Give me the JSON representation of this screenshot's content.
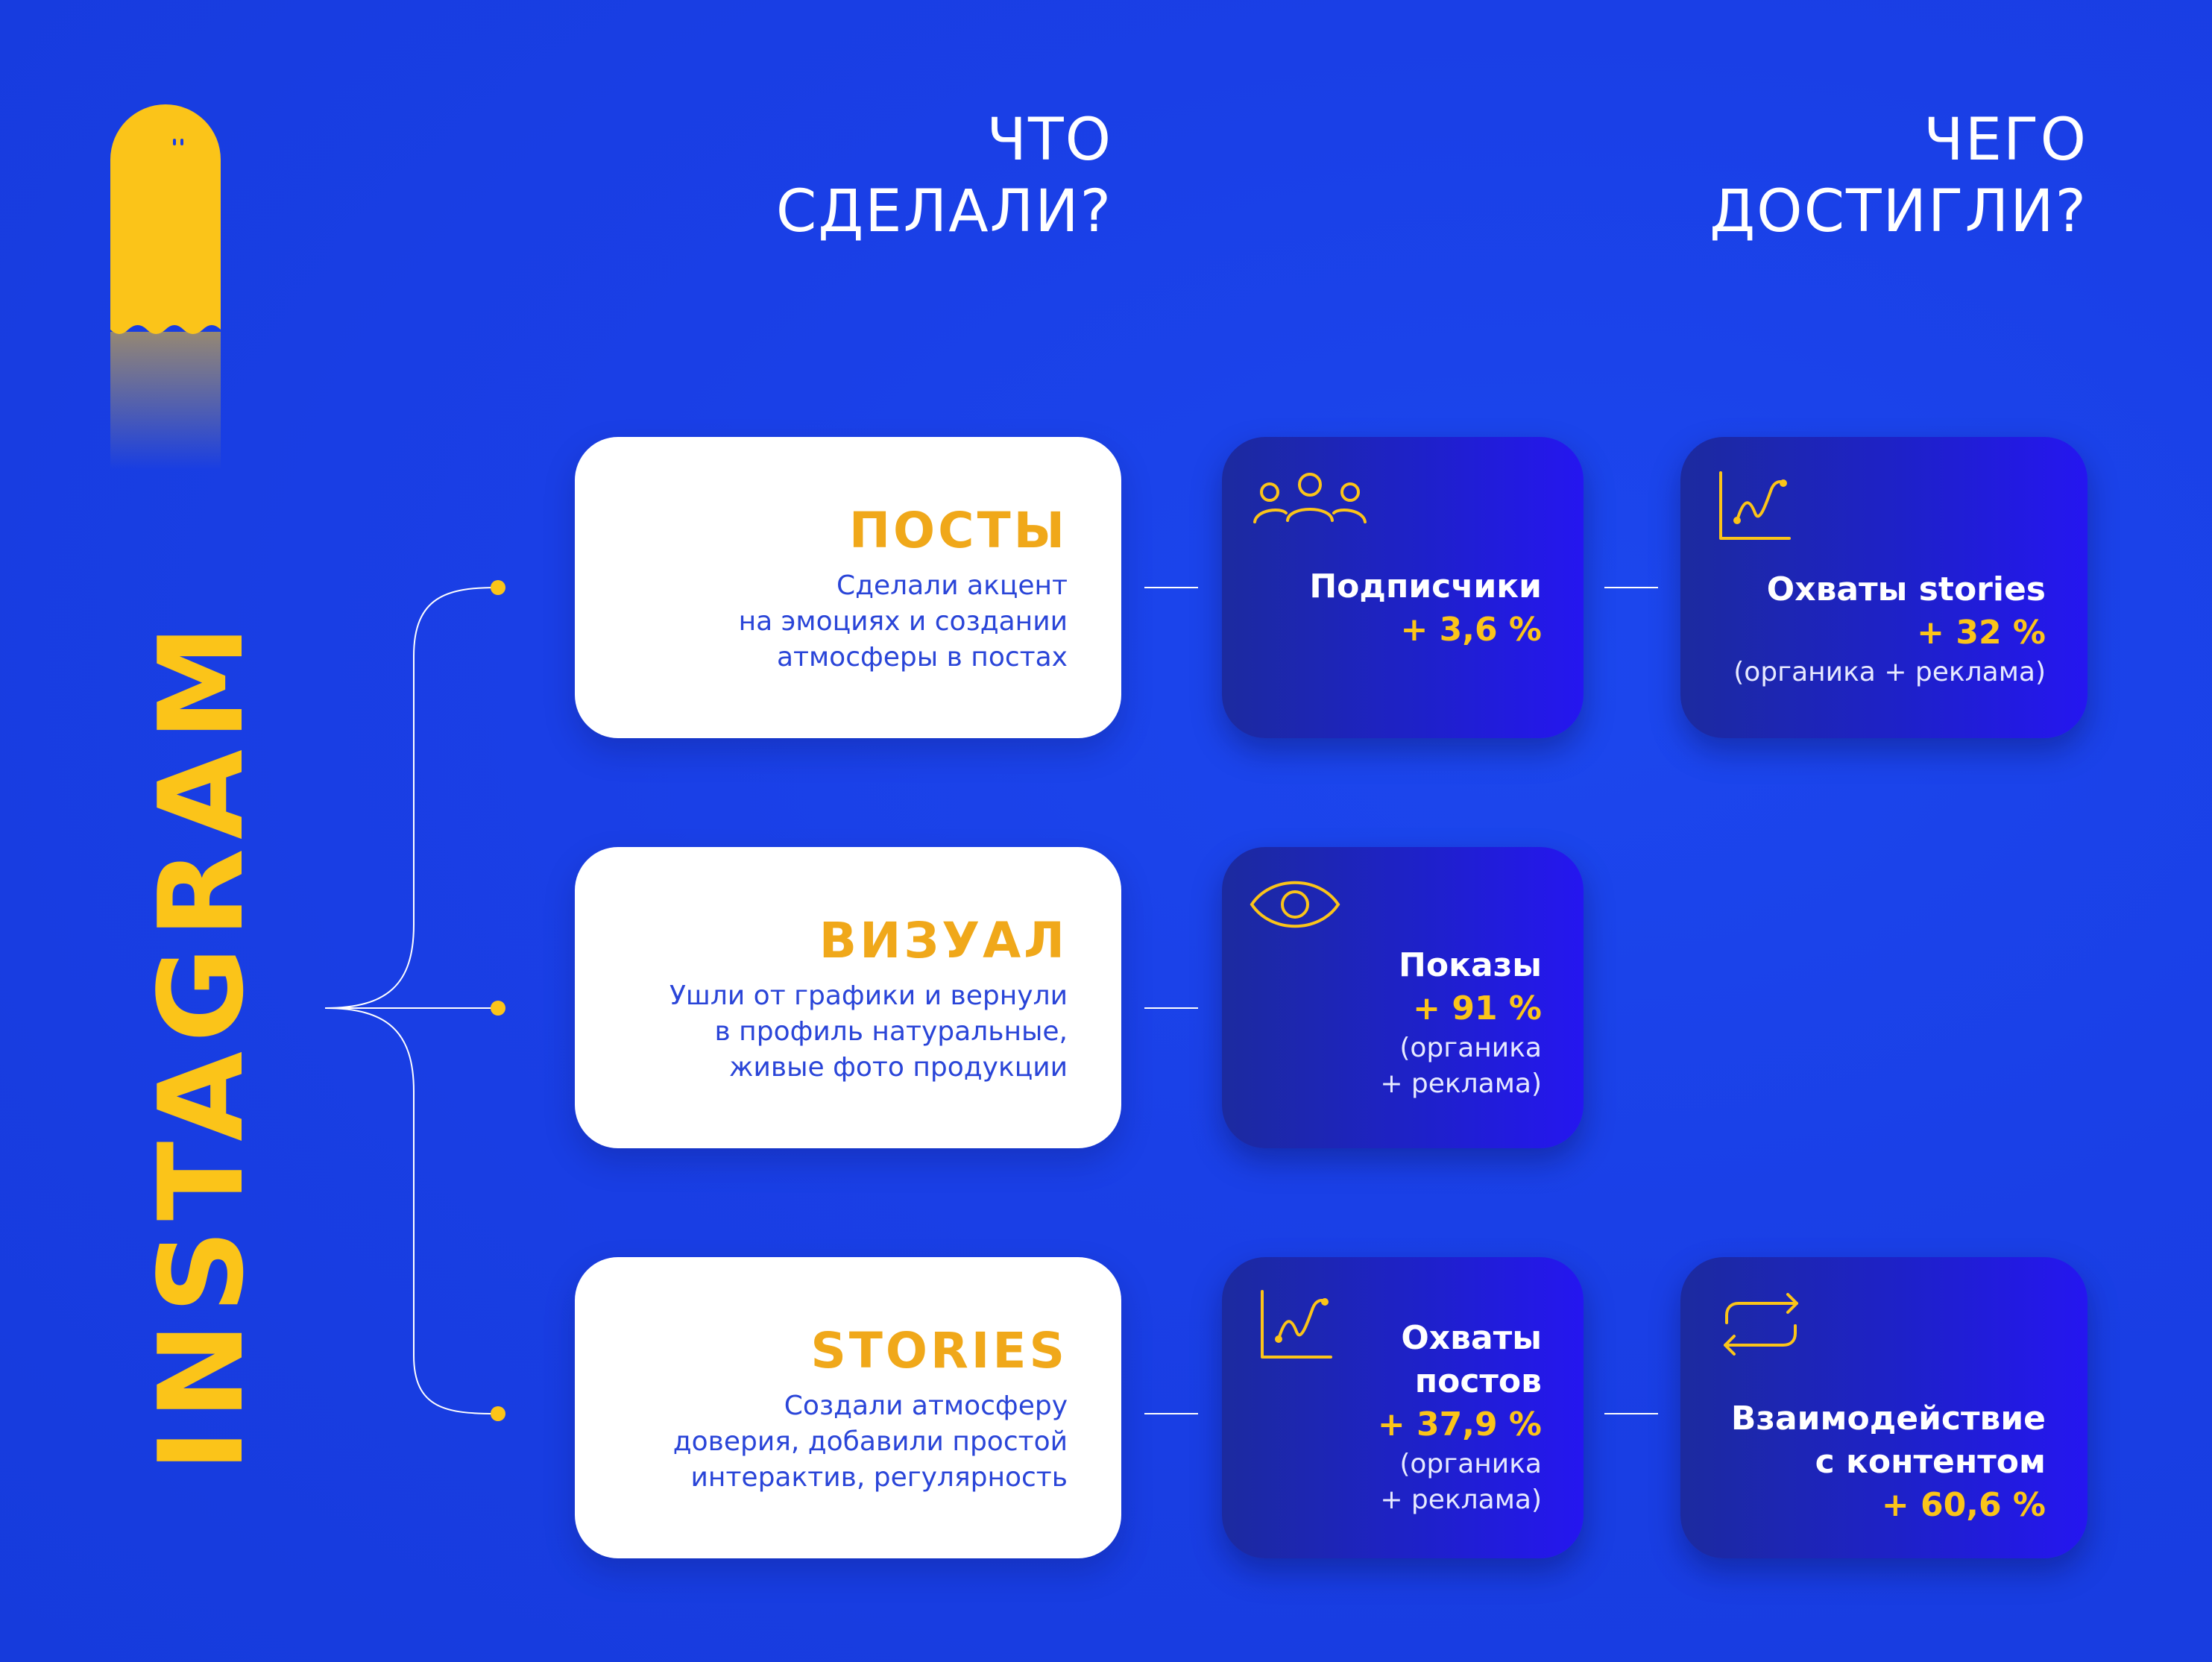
{
  "header": {
    "what_done_line1": "ЧТО",
    "what_done_line2": "СДЕЛАЛИ?",
    "achieved_line1": "ЧЕГО",
    "achieved_line2": "ДОСТИГЛИ?"
  },
  "brand": "INSTAGRAM",
  "colors": {
    "background": "#1a3fe6",
    "accent": "#fbc419",
    "title_orange": "#f0a81a",
    "card_text": "#2a45d8"
  },
  "rows": [
    {
      "action": {
        "title": "ПОСТЫ",
        "description": "Сделали акцент\nна эмоциях и создании\nатмосферы в постах"
      },
      "results": [
        {
          "icon": "people-icon",
          "label": "Подписчики",
          "value": "+ 3,6 %",
          "note": ""
        },
        {
          "icon": "line-chart-icon",
          "label": "Охваты stories",
          "value": "+ 32 %",
          "note": "(органика + реклама)"
        }
      ]
    },
    {
      "action": {
        "title": "ВИЗУАЛ",
        "description": "Ушли от графики и вернули\nв профиль натуральные,\nживые фото продукции"
      },
      "results": [
        {
          "icon": "eye-icon",
          "label": "Показы",
          "value": "+ 91 %",
          "note": "(органика\n+ реклама)"
        }
      ]
    },
    {
      "action": {
        "title": "STORIES",
        "description": "Создали атмосферу\nдоверия, добавили простой\nинтерактив, регулярность"
      },
      "results": [
        {
          "icon": "line-chart-icon",
          "label": "Охваты\nпостов",
          "value": "+ 37,9 %",
          "note": "(органика\n+ реклама)"
        },
        {
          "icon": "repeat-icon",
          "label": "Взаимодействие\nс контентом",
          "value": "+ 60,6 %",
          "note": ""
        }
      ]
    }
  ]
}
